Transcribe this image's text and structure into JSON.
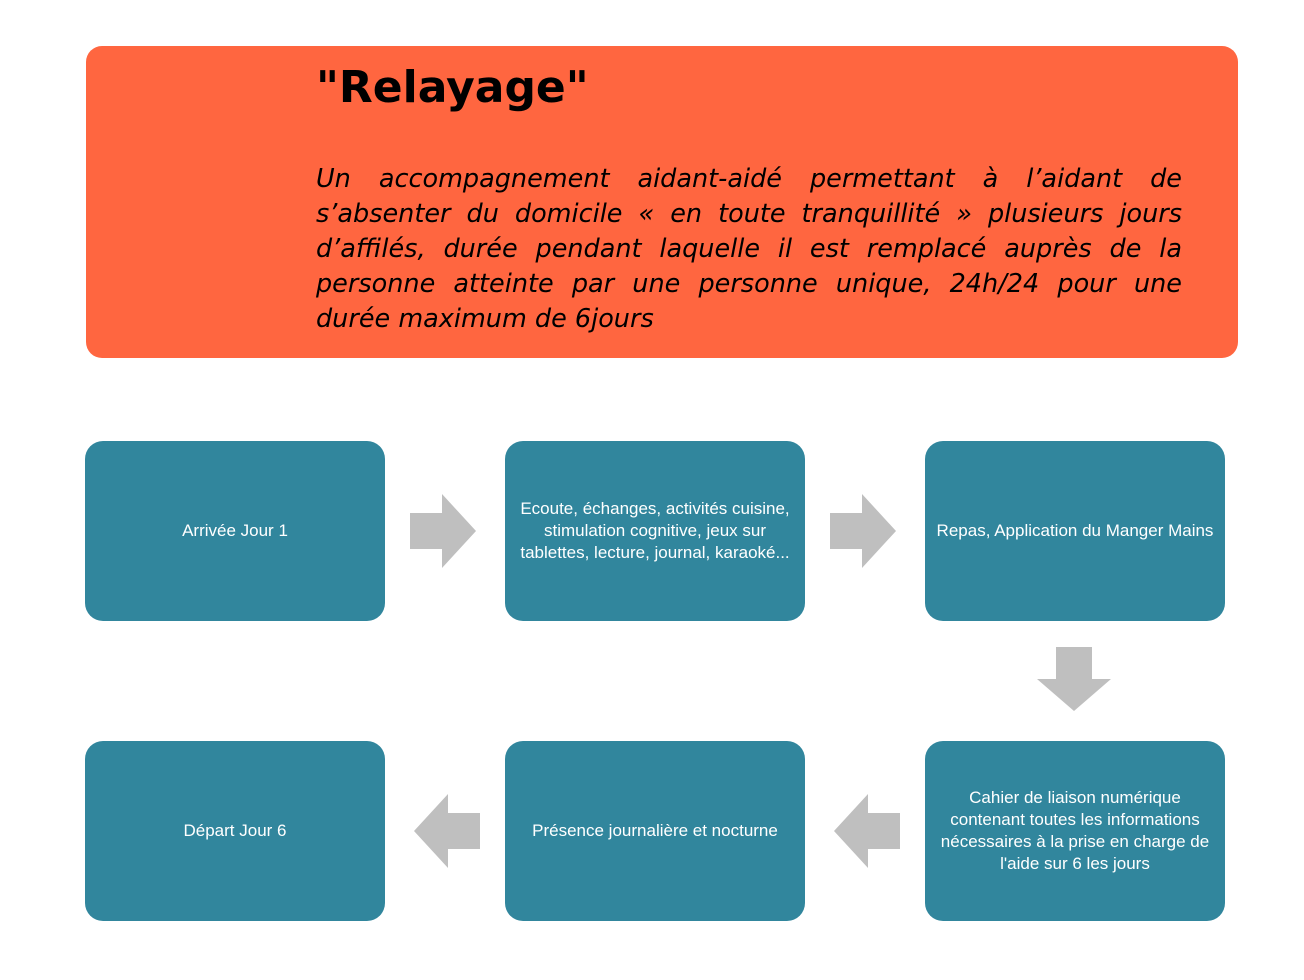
{
  "header": {
    "title": "\"Relayage\"",
    "description": "Un accompagnement aidant-aidé permettant à l’aidant de s’absenter du domicile « en toute tranquillité » plusieurs jours d’affilés, durée pendant laquelle il est remplacé auprès de la personne atteinte par une personne unique, 24h/24 pour une durée maximum de 6jours"
  },
  "steps": [
    {
      "label": "Arrivée Jour 1"
    },
    {
      "label": "Ecoute, échanges, activités cuisine, stimulation cognitive, jeux sur tablettes, lecture, journal, karaoké..."
    },
    {
      "label": "Repas, Application du Manger Mains"
    },
    {
      "label": "Cahier de liaison numérique contenant toutes les informations nécessaires à la prise en charge de l'aide sur 6 les jours"
    },
    {
      "label": "Présence journalière et nocturne"
    },
    {
      "label": "Départ Jour 6"
    }
  ],
  "colors": {
    "header_background": "#ff6640",
    "step_background": "#31869d",
    "step_text": "#ffffff",
    "arrow": "#bfbfbf"
  }
}
